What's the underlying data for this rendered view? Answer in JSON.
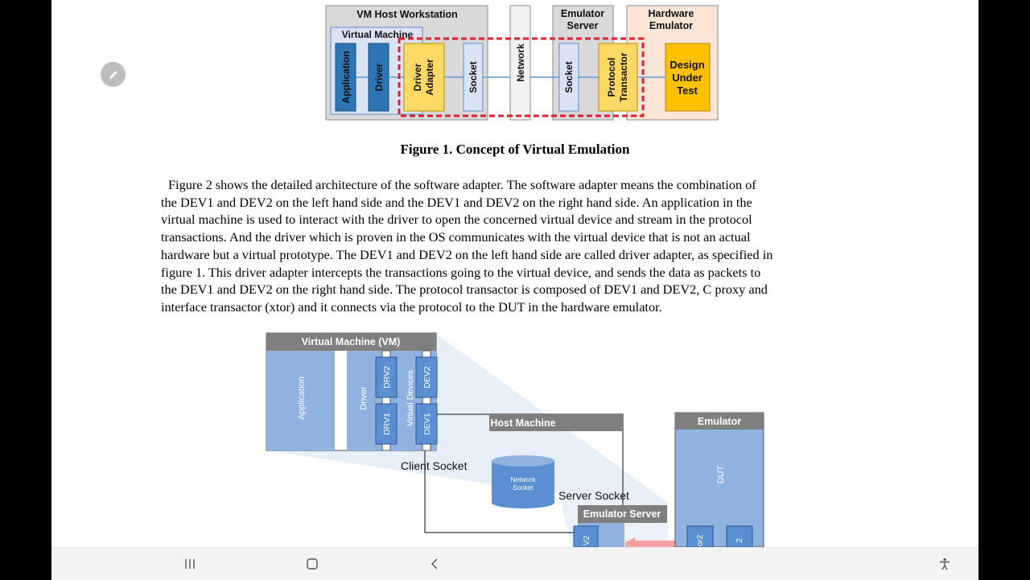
{
  "figure1": {
    "caption": "Figure 1. Concept of Virtual Emulation",
    "vm_host_title": "VM Host Workstation",
    "virtual_machine_label": "Virtual Machine",
    "application": "Application",
    "driver": "Driver",
    "driver_adapter_line1": "Driver",
    "driver_adapter_line2": "Adapter",
    "socket_left": "Socket",
    "network": "Network",
    "emulator_server_line1": "Emulator",
    "emulator_server_line2": "Server",
    "socket_right": "Socket",
    "protocol_transactor_line1": "Protocol",
    "protocol_transactor_line2": "Transactor",
    "hardware_emulator_line1": "Hardware",
    "hardware_emulator_line2": "Emulator",
    "dut_line1": "Design",
    "dut_line2": "Under",
    "dut_line3": "Test"
  },
  "paragraph": [
    "Figure 2 shows the detailed architecture of the software adapter. The software adapter means the combination of",
    "the DEV1 and DEV2 on the left hand side and the DEV1 and DEV2 on the right hand side. An application in the",
    "virtual machine is used to interact with the driver to open the concerned virtual device and stream in the protocol",
    "transactions. And the driver which is proven in the OS communicates with the virtual device that is not an actual",
    "hardware but a virtual prototype. The DEV1 and DEV2 on the left hand side are called driver adapter, as specified in",
    "figure 1. This driver adapter intercepts the transactions going to the virtual device, and sends the data as packets to",
    "the DEV1 and DEV2 on the right hand side. The protocol transactor is composed of DEV1 and DEV2, C proxy and",
    "interface transactor (xtor) and it connects via the protocol to the DUT in the hardware emulator."
  ],
  "figure2": {
    "vm_title": "Virtual Machine (VM)",
    "application": "Application",
    "driver": "Driver",
    "drv2": "DRV2",
    "drv1": "DRV1",
    "virtual_devices": "Virtual Devices",
    "dev2": "DEV2",
    "dev1": "DEV1",
    "host_machine": "Host Machine",
    "client_socket": "Client Socket",
    "network_socket_line1": "Network",
    "network_socket_line2": "Socket",
    "server_socket": "Server Socket",
    "emulator_server": "Emulator Server",
    "emulator": "Emulator",
    "dut": "DUT",
    "cut_label_1": "V2",
    "cut_label_2": "or2",
    "cut_label_3": "2"
  },
  "colors": {
    "gray_box": "#d9d9d9",
    "light_blue": "#dae3f3",
    "blue_block": "#2e75b6",
    "yellow": "#ffd966",
    "orange_yellow": "#ffc000",
    "peach": "#fbe5d6",
    "red_dash": "#e0202a",
    "fig2_blue": "#8fb3de",
    "fig2_dark_blue": "#5b8fd1",
    "fig2_header": "#7f7f7f"
  },
  "icons": {
    "edit": "pencil-icon",
    "collapse": "collapse-arrows-icon",
    "recents": "recent-apps-icon",
    "home": "home-icon",
    "back": "back-icon",
    "accessibility": "accessibility-icon"
  }
}
